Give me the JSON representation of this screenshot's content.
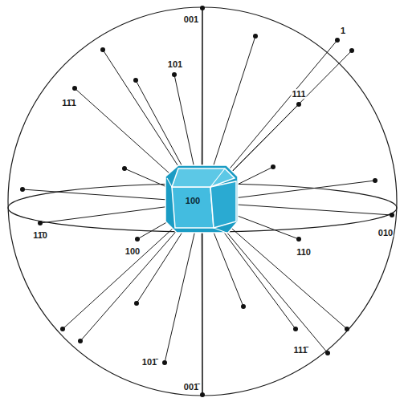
{
  "diagram": {
    "labels": [
      "001",
      "101",
      "1",
      "11̄1",
      "111",
      "100",
      "11̄0",
      "100",
      "010",
      "110",
      "101̄",
      "111̄",
      "001̄"
    ]
  }
}
